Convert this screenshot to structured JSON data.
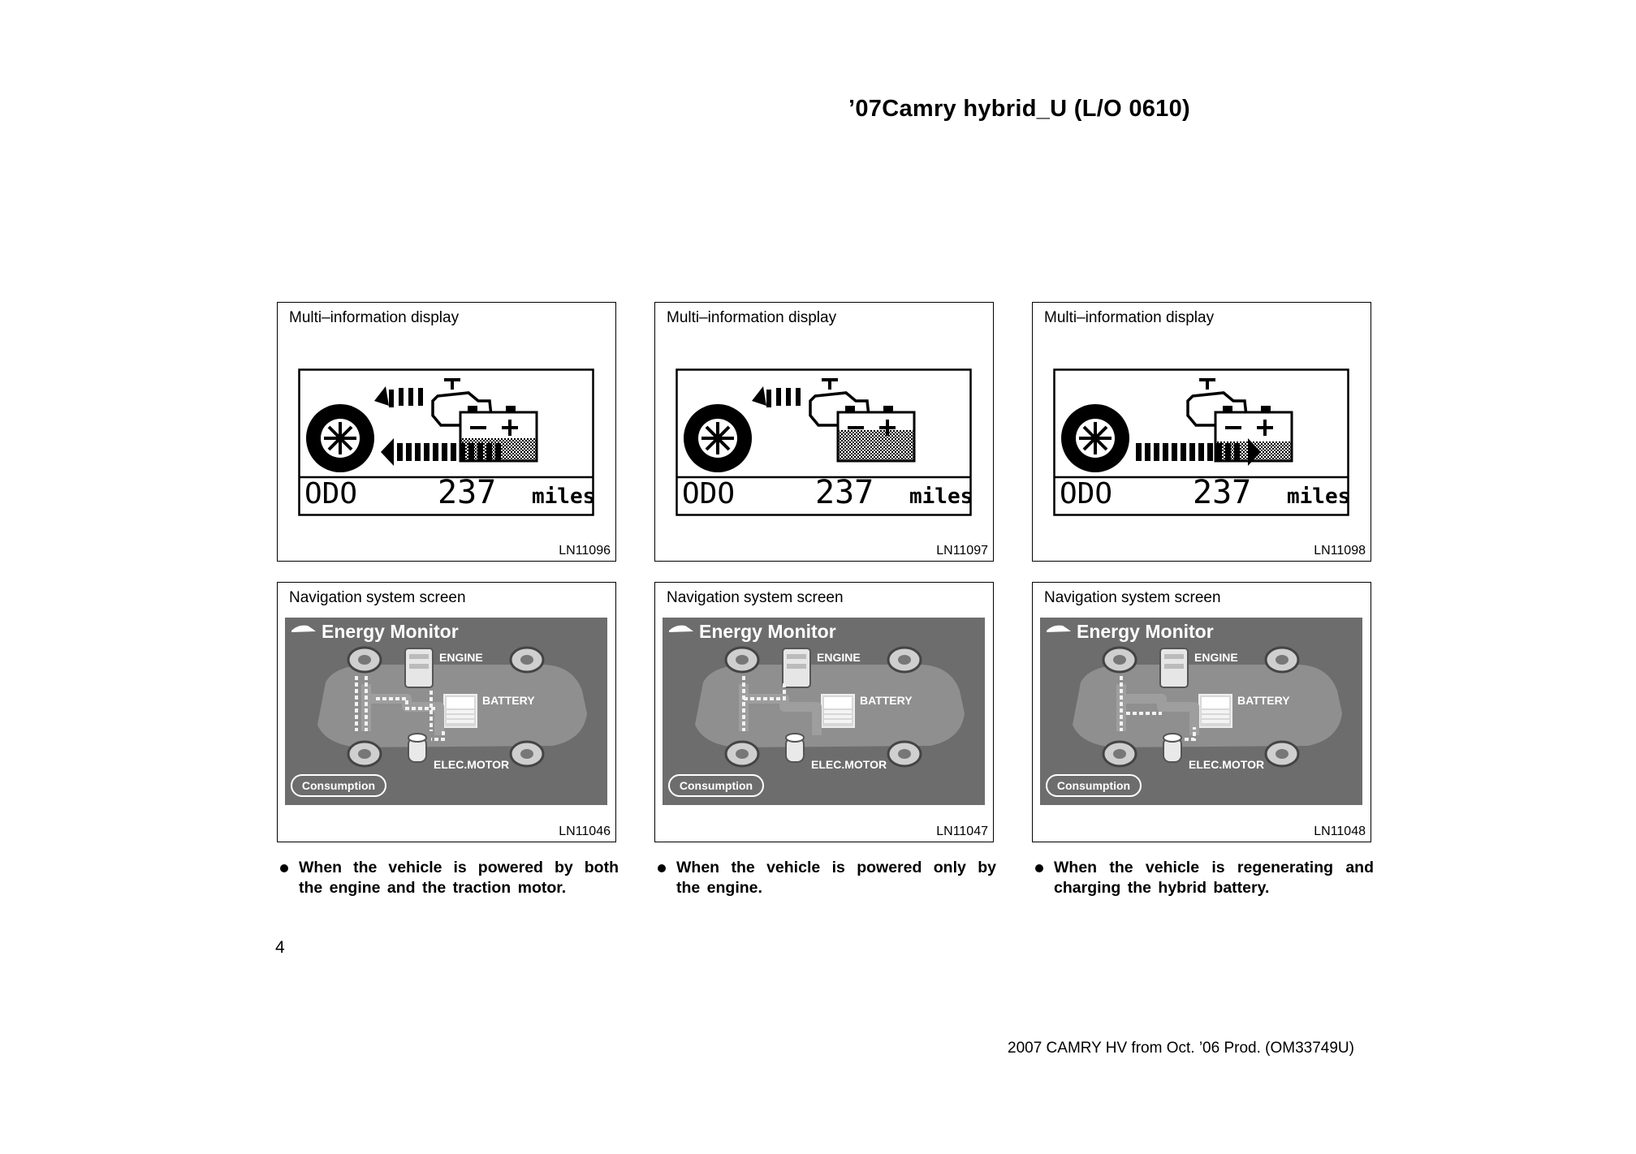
{
  "document": {
    "title": "’07Camry hybrid_U (L/O 0610)",
    "page_number": "4",
    "footer": "2007 CAMRY HV from Oct. ’06 Prod. (OM33749U)"
  },
  "columns": [
    {
      "mode": "both",
      "mid_panel": {
        "label": "Multi–information display",
        "code": "LN11096",
        "odo_label": "ODO",
        "odo_value": "237",
        "odo_unit": "miles"
      },
      "nav_panel": {
        "label": "Navigation system screen",
        "code": "LN11046",
        "screen_title": "Energy Monitor",
        "engine_label": "ENGINE",
        "battery_label": "BATTERY",
        "motor_label": "ELEC.MOTOR",
        "button_label": "Consumption"
      },
      "caption": "When the vehicle is powered by both the engine and the traction motor."
    },
    {
      "mode": "engine",
      "mid_panel": {
        "label": "Multi–information display",
        "code": "LN11097",
        "odo_label": "ODO",
        "odo_value": "237",
        "odo_unit": "miles"
      },
      "nav_panel": {
        "label": "Navigation system screen",
        "code": "LN11047",
        "screen_title": "Energy Monitor",
        "engine_label": "ENGINE",
        "battery_label": "BATTERY",
        "motor_label": "ELEC.MOTOR",
        "button_label": "Consumption"
      },
      "caption": "When the vehicle is powered only by the engine."
    },
    {
      "mode": "regen",
      "mid_panel": {
        "label": "Multi–information display",
        "code": "LN11098",
        "odo_label": "ODO",
        "odo_value": "237",
        "odo_unit": "miles"
      },
      "nav_panel": {
        "label": "Navigation system screen",
        "code": "LN11048",
        "screen_title": "Energy Monitor",
        "engine_label": "ENGINE",
        "battery_label": "BATTERY",
        "motor_label": "ELEC.MOTOR",
        "button_label": "Consumption"
      },
      "caption": "When the vehicle is regenerating and charging the hybrid battery."
    }
  ]
}
